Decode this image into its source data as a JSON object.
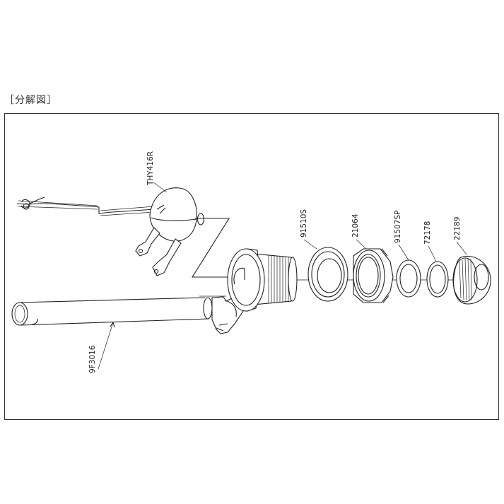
{
  "heading": "［分解図］",
  "parts": {
    "stopper": "THY416R",
    "flange_ring": "91510S",
    "nut": "21064",
    "washer_1": "91507SP",
    "washer_2": "72178",
    "cap_nut": "22189",
    "pipe": "9F3016"
  }
}
